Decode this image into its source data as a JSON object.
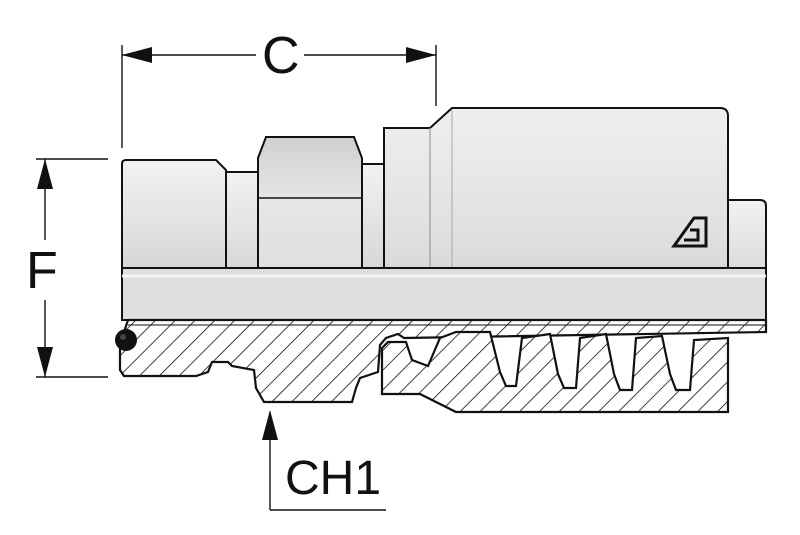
{
  "diagram": {
    "dimensions": {
      "c": "C",
      "f": "F",
      "ch1": "CH1"
    },
    "colors": {
      "metal_light": "#e6e6e6",
      "metal_mid": "#d2d2d2",
      "metal_dark": "#bdbdbd",
      "outline": "#111111",
      "section_fill": "#ffffff"
    }
  }
}
